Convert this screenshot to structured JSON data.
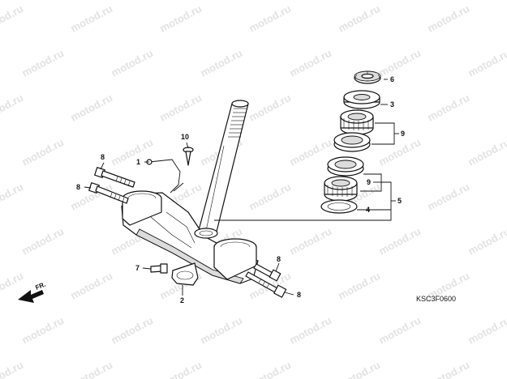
{
  "diagram": {
    "watermark": "motod.ru",
    "code": "KSC3F0600",
    "direction_label": "FR.",
    "callouts": [
      "1",
      "2",
      "3",
      "4",
      "5",
      "6",
      "7",
      "8",
      "8",
      "8",
      "8",
      "9",
      "9",
      "10"
    ]
  }
}
